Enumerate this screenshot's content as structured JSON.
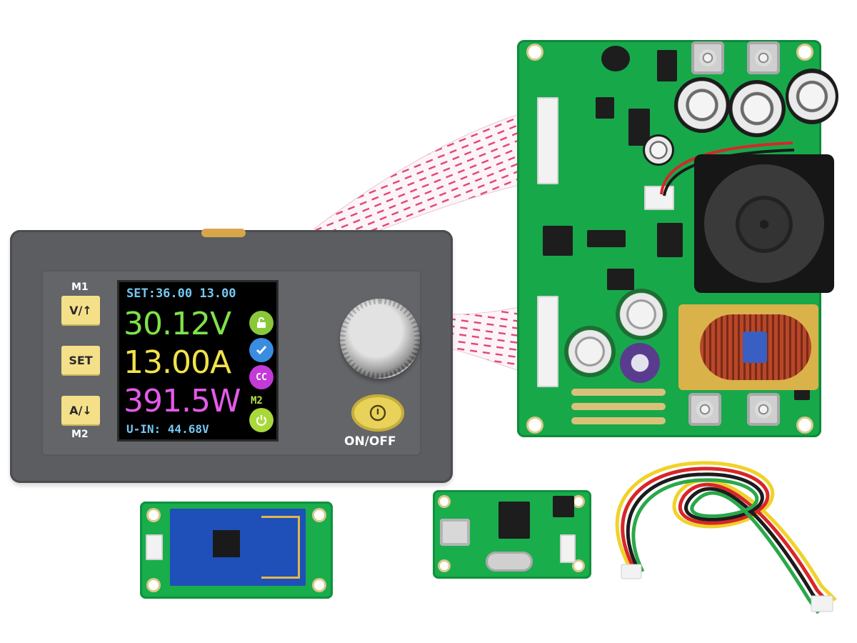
{
  "scene": {
    "subject": "",
    "background": "#ffffff"
  },
  "display_module": {
    "screen": {
      "set_line": "SET:36.00 13.00",
      "voltage": "30.12V",
      "current": "13.00A",
      "power": "391.5W",
      "input": "U-IN: 44.68V",
      "mode_badge": "CC",
      "memory_badge": "M2"
    },
    "keys": {
      "top_label": "M1",
      "volt_key": "V/↑",
      "set_key": "SET",
      "amp_key": "A/↓",
      "bottom_label": "M2"
    },
    "power_button_label": "ON/OFF"
  },
  "colors": {
    "pcb": "#17a84a",
    "module_body": "#5b5d60",
    "key_yellow": "#f5e08a",
    "screen_voltage": "#7fe24a",
    "screen_current": "#f2e24a",
    "screen_power": "#e35ae8",
    "screen_info": "#76c8f0",
    "ribbon_stripe": "#e0457a",
    "bt_module": "#1f4fb8"
  },
  "icons": {
    "lock": "lock-icon",
    "check": "check-icon",
    "mode": "cc-mode-icon",
    "power": "power-icon"
  }
}
